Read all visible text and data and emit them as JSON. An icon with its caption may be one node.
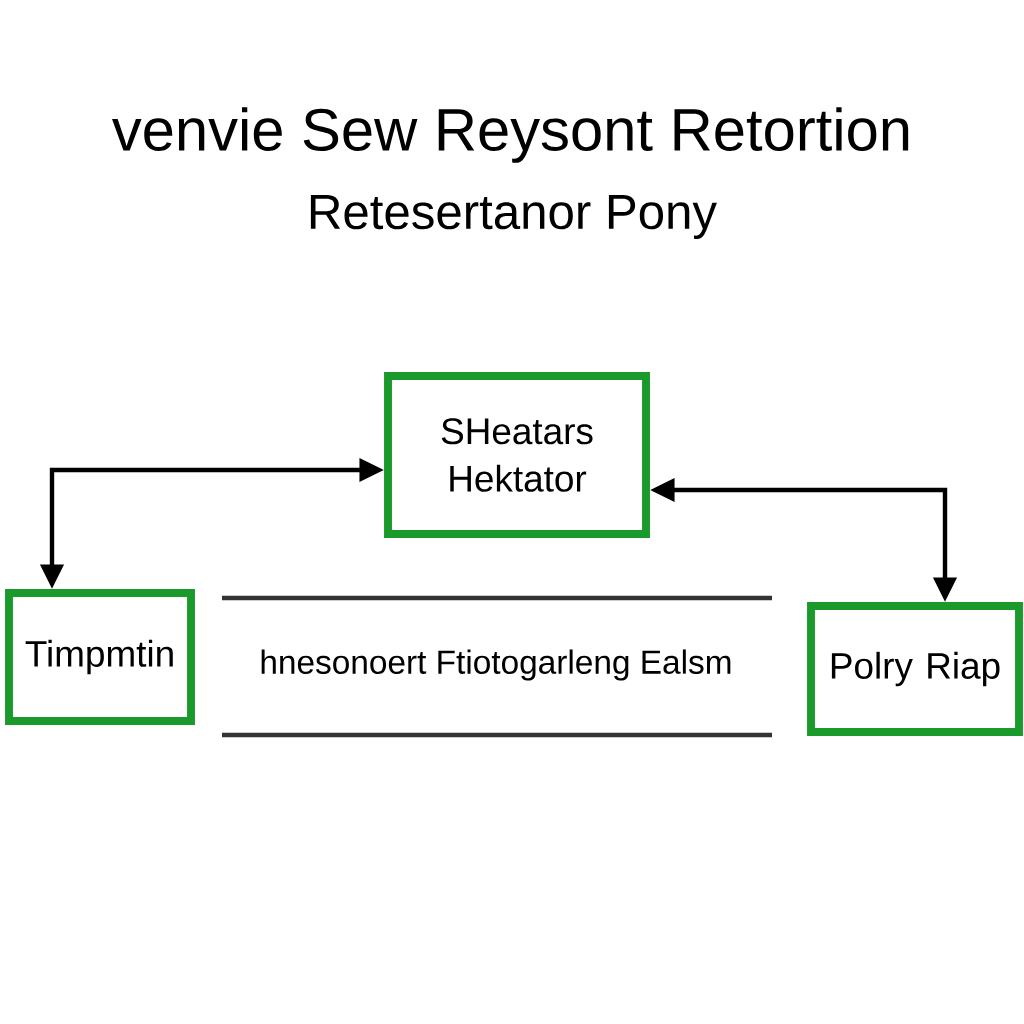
{
  "diagram": {
    "title": "venvie Sew Reysont Retortion",
    "nodes": [
      {
        "text": [
          "SHeatars Hektator"
        ]
      },
      {
        "text": [
          "Timpmtin"
        ]
      },
      {
        "text": [
          "Polry Riap"
        ]
      }
    ],
    "edges": [
      {
        "from": 1,
        "to": 0,
        "arrow": "both"
      },
      {
        "from": 0,
        "to": 2,
        "arrow": "both"
      }
    ],
    "labels": [
      "Retesertanor Pony",
      "hnesonoert Ftiotogarleng Ealsm"
    ]
  }
}
